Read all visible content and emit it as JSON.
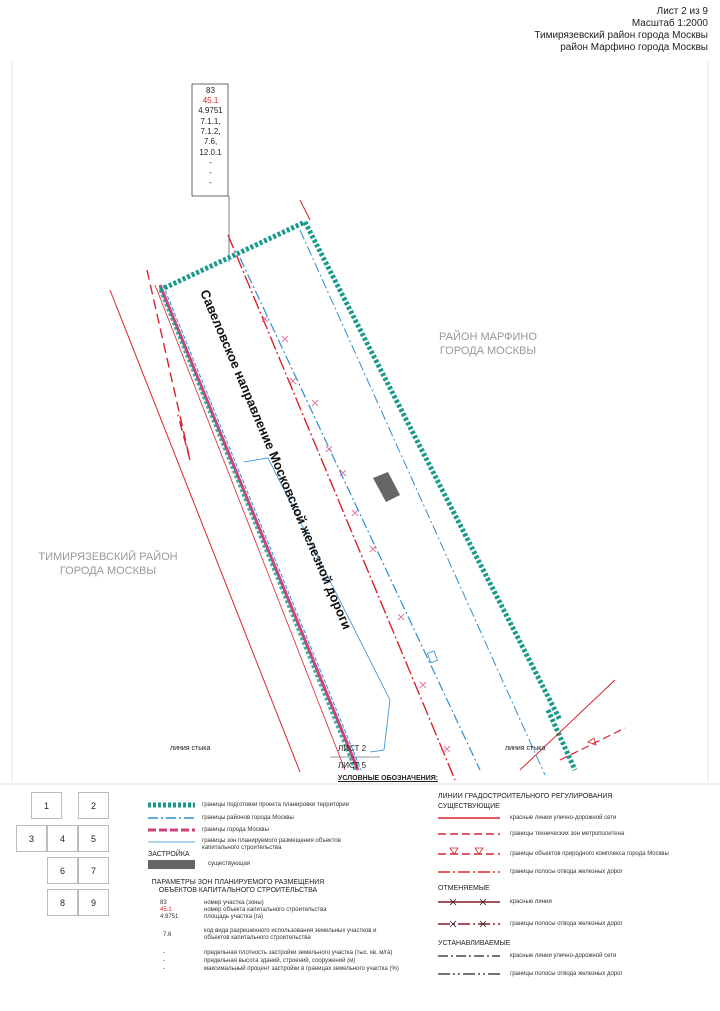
{
  "header": {
    "sheet": "Лист 2 из 9",
    "scale": "Масштаб 1:2000",
    "district1": "Тимирязевский район города Москвы",
    "district2": "район Марфино города Москвы"
  },
  "map": {
    "zone_box": [
      "83",
      "45.1",
      "4.9751",
      "7.1.1,",
      "7.1.2,",
      "7.6,",
      "12.0.1",
      "-",
      "-",
      "-"
    ],
    "railway_label": "Савеловское направление Московской железной дороги",
    "marfino_line1": "РАЙОН МАРФИНО",
    "marfino_line2": "ГОРОДА МОСКВЫ",
    "timiryazev_line1": "ТИМИРЯЗЕВСКИЙ РАЙОН",
    "timiryazev_line2": "ГОРОДА МОСКВЫ",
    "junction_left": "линия стыка",
    "junction_right": "линия стыка",
    "sheet2": "ЛИСТ 2",
    "sheet5": "ЛИСТ 5"
  },
  "legend": {
    "title": "УСЛОВНЫЕ ОБОЗНАЧЕНИЯ:",
    "grid": [
      "1",
      "2",
      "3",
      "4",
      "5",
      "6",
      "7",
      "8",
      "9"
    ],
    "left": {
      "planning_border": "границы подготовки проекта планировки территории",
      "district_border": "границы районов города Москвы",
      "city_border": "границы города Москвы",
      "zone_border": "границы зон планируемого размещения объектов капитального строительства",
      "building_header": "ЗАСТРОЙКА",
      "building_existing": "существующая",
      "params_header": "ПАРАМЕТРЫ ЗОН ПЛАНИРУЕМОГО РАЗМЕЩЕНИЯ ОБЪЕКТОВ КАПИТАЛЬНОГО СТРОИТЕЛЬСТВА",
      "p_sample": [
        "83",
        "45.1",
        "4.9751"
      ],
      "p_desc": [
        "номер участка (зоны)",
        "номер объекта капитального строительства",
        "площадь участка (га)"
      ],
      "p_code": "7.6",
      "p_code_desc": "код вида разрешенного использования земельных участков и объектов капитального строительства",
      "p_dash": [
        "-",
        "-",
        "-"
      ],
      "p_dash_desc": [
        "предельная плотность застройки земельного участка (тыс. кв. м/га)",
        "предельная высота зданий, строений, сооружений (м)",
        "максимальный процент застройки в границах земельного участка (%)"
      ]
    },
    "right": {
      "header": "ЛИНИИ ГРАДОСТРОИТЕЛЬНОГО РЕГУЛИРОВАНИЯ",
      "existing": "СУЩЕСТВУЮЩИЕ",
      "e1": "красные линии улично-дорожной сети",
      "e2": "границы технических зон метрополитена",
      "e3": "границы объектов природного комплекса города Москвы",
      "e4": "границы полосы отвода железных дорог",
      "cancelled": "ОТМЕНЯЕМЫЕ",
      "c1": "красные линии",
      "c2": "границы полосы отвода железных дорог",
      "established": "УСТАНАВЛИВАЕМЫЕ",
      "s1": "красные линии улично-дорожной сети",
      "s2": "границы полосы отвода железных дорог"
    }
  },
  "colors": {
    "teal": "#1a9a8a",
    "red": "#d8242e",
    "pink": "#d0407a",
    "blue": "#2f8fd0",
    "building": "#666666"
  }
}
